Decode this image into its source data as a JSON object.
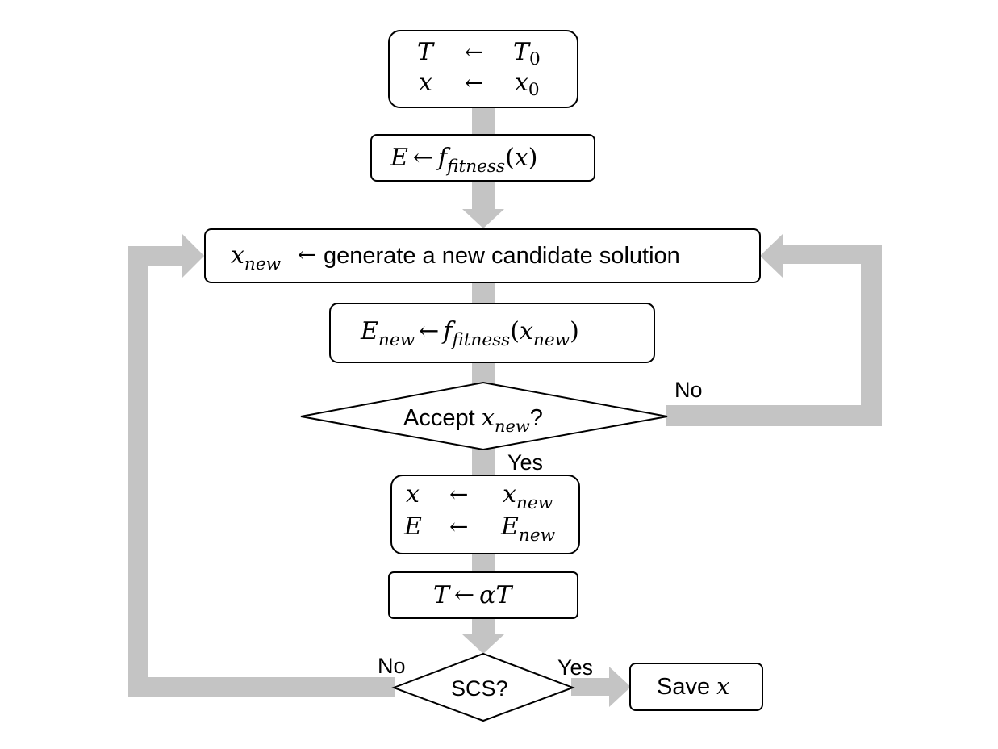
{
  "init_box": {
    "row1": {
      "lhs": "T",
      "arrow": "←",
      "rhs": "T",
      "rhs_sub": "0"
    },
    "row2": {
      "lhs": "x",
      "arrow": "←",
      "rhs": "x",
      "rhs_sub": "0"
    }
  },
  "fitness_box": {
    "lhs": "E",
    "arrow": "←",
    "func": "f",
    "func_sub": "fitness",
    "arg_open": "(",
    "arg": "x",
    "arg_close": ")"
  },
  "generate_box": {
    "var": "x",
    "var_sub": "new",
    "arrow": "←",
    "text": "generate a new candidate solution"
  },
  "new_fitness_box": {
    "lhs": "E",
    "lhs_sub": "new",
    "arrow": "←",
    "func": "f",
    "func_sub": "fitness",
    "arg_open": "(",
    "arg": "x",
    "arg_sub": "new",
    "arg_close": ")"
  },
  "accept_decision": {
    "text": "Accept",
    "var": "x",
    "var_sub": "new",
    "suffix": "?",
    "no_label": "No",
    "yes_label": "Yes"
  },
  "update_box": {
    "row1": {
      "lhs": "x",
      "arrow": "←",
      "rhs": "x",
      "rhs_sub": "new"
    },
    "row2": {
      "lhs": "E",
      "arrow": "←",
      "rhs": "E",
      "rhs_sub": "new"
    }
  },
  "cool_box": {
    "lhs": "T",
    "arrow": "←",
    "factor": "α",
    "var": "T"
  },
  "scs_decision": {
    "text": "SCS?",
    "no_label": "No",
    "yes_label": "Yes"
  },
  "save_box": {
    "text": "Save",
    "var": "x"
  },
  "colors": {
    "flow_arrow": "#c4c4c4",
    "box_stroke": "#000000",
    "box_fill": "#ffffff"
  }
}
